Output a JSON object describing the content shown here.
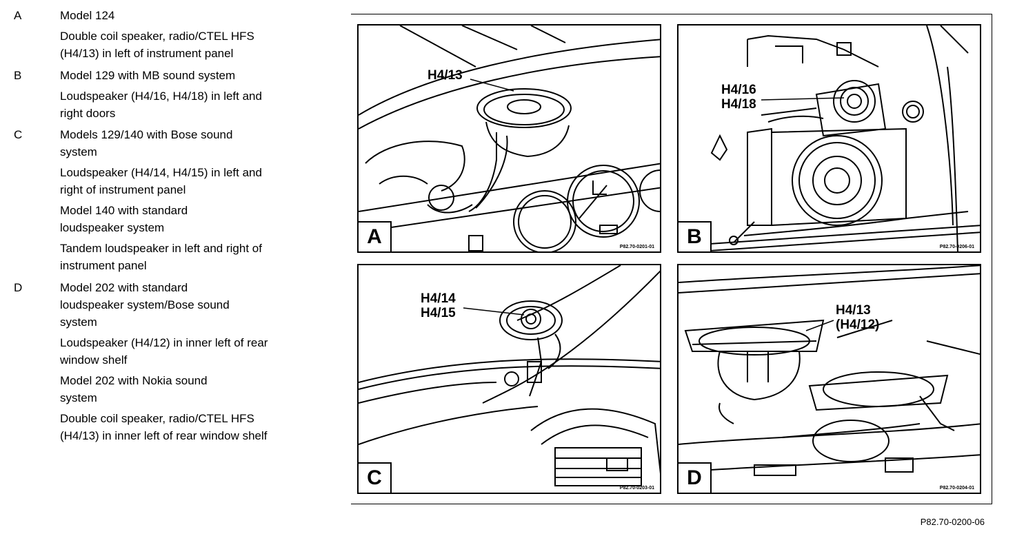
{
  "legend": [
    {
      "key": "A",
      "lines": [
        "Model 124",
        "Double coil speaker, radio/CTEL HFS",
        "(H4/13) in left of instrument panel"
      ]
    },
    {
      "key": "B",
      "lines": [
        "Model 129 with MB sound system",
        "Loudspeaker (H4/16, H4/18) in left and",
        "right doors"
      ]
    },
    {
      "key": "C",
      "lines": [
        "Models 129/140 with Bose sound",
        "system",
        "Loudspeaker (H4/14, H4/15) in left and",
        "right of instrument panel",
        "Model 140 with standard",
        "loudspeaker system",
        "Tandem loudspeaker in left and right of",
        "instrument panel"
      ]
    },
    {
      "key": "D",
      "lines": [
        "Model 202 with standard",
        "loudspeaker system/Bose sound",
        "system",
        "Loudspeaker (H4/12) in inner left of rear",
        "window shelf",
        "Model 202 with Nokia sound",
        "system",
        "Double coil speaker, radio/CTEL HFS",
        "(H4/13) in inner left of rear window shelf"
      ]
    }
  ],
  "panels": {
    "a": {
      "letter": "A",
      "callout": [
        "H4/13"
      ],
      "part_no": "P82.70-0201-01"
    },
    "b": {
      "letter": "B",
      "callout": [
        "H4/16",
        "H4/18"
      ],
      "part_no": "P82.70-0206-01"
    },
    "c": {
      "letter": "C",
      "callout": [
        "H4/14",
        "H4/15"
      ],
      "part_no": "P82.70-0203-01"
    },
    "d": {
      "letter": "D",
      "callout": [
        "H4/13",
        "(H4/12)"
      ],
      "part_no": "P82.70-0204-01"
    }
  },
  "figure_code": "P82.70-0200-06"
}
